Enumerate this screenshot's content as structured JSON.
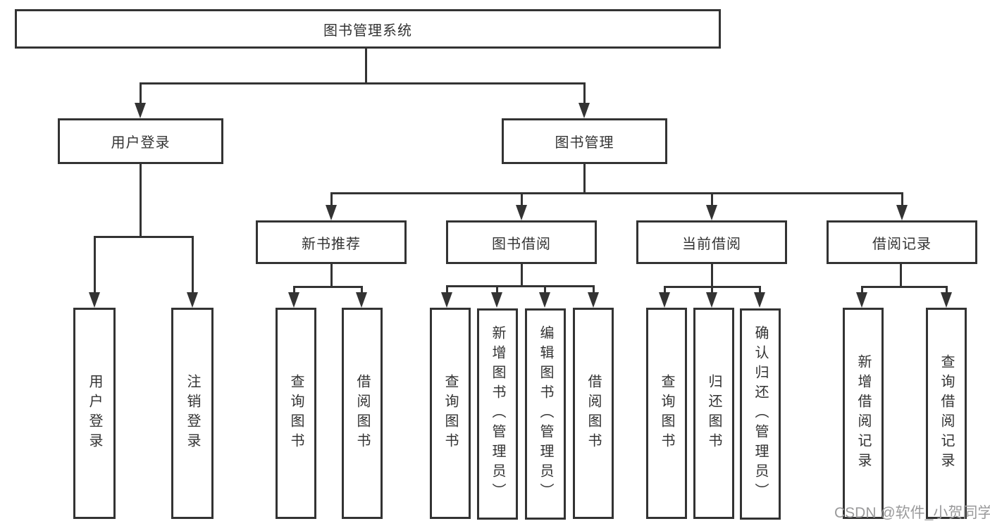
{
  "diagram": {
    "type": "hierarchy-tree",
    "colors": {
      "line": "#333333",
      "box_border": "#333333",
      "box_background": "#ffffff",
      "text": "#333333",
      "watermark_text": "#9a9a9b",
      "page_background": "#ffffff"
    },
    "tree": {
      "root": {
        "label": "图书管理系统",
        "children": [
          {
            "label": "用户登录",
            "children": [
              {
                "label": "用户登录"
              },
              {
                "label": "注销登录"
              }
            ]
          },
          {
            "label": "图书管理",
            "children": [
              {
                "label": "新书推荐",
                "children": [
                  {
                    "label": "查询图书"
                  },
                  {
                    "label": "借阅图书"
                  }
                ]
              },
              {
                "label": "图书借阅",
                "children": [
                  {
                    "label": "查询图书"
                  },
                  {
                    "label": "新增图书（管理员）"
                  },
                  {
                    "label": "编辑图书（管理员）"
                  },
                  {
                    "label": "借阅图书"
                  }
                ]
              },
              {
                "label": "当前借阅",
                "children": [
                  {
                    "label": "查询图书"
                  },
                  {
                    "label": "归还图书"
                  },
                  {
                    "label": "确认归还（管理员）"
                  }
                ]
              },
              {
                "label": "借阅记录",
                "children": [
                  {
                    "label": "新增借阅记录"
                  },
                  {
                    "label": "查询借阅记录"
                  }
                ]
              }
            ]
          }
        ]
      }
    },
    "watermark": {
      "text": "CSDN @软件_小贺同学"
    }
  }
}
